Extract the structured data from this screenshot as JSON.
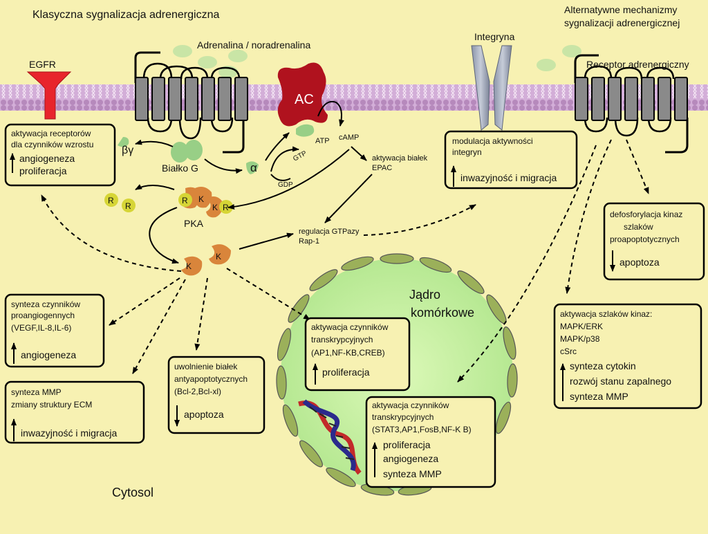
{
  "titles": {
    "left": "Klasyczna sygnalizacja adrenergiczna",
    "right_line1": "Alternatywne mechanizmy",
    "right_line2": "sygnalizacji adrenergicznej"
  },
  "labels": {
    "egfr": "EGFR",
    "ligand": "Adrenalina / noradrenalina",
    "ac": "AC",
    "integrin": "Integryna",
    "receptor": "Receptor adrenergiczny",
    "beta_gamma": "βγ",
    "alpha": "α",
    "g_protein": "Białko G",
    "gtp": "GTP",
    "gdp": "GDP",
    "atp": "ATP",
    "camp": "cAMP",
    "epac_line1": "aktywacja białek",
    "epac_line2": "EPAC",
    "r": "R",
    "k": "K",
    "pka": "PKA",
    "rap_line1": "regulacja GTPazy",
    "rap_line2": "Rap-1",
    "nucleus_line1": "Jądro",
    "nucleus_line2": "komórkowe",
    "cytosol": "Cytosol"
  },
  "boxes": {
    "egfr_box": {
      "line1": "aktywacja receptorów",
      "line2": "dla czynników wzrostu",
      "effect1": "angiogeneza",
      "effect2": "proliferacja"
    },
    "integrin_box": {
      "line1": "modulacja aktywności",
      "line2": "integryn",
      "effect1": "inwazyjność i migracja"
    },
    "dephos_box": {
      "line1": "defosforylacja kinaz",
      "line2": "szlaków",
      "line3": "proapoptotycznych",
      "effect1": "apoptoza"
    },
    "angio_box": {
      "line1": "synteza czynników",
      "line2": "proangiogennych",
      "line3": "(VEGF,IL-8,IL-6)",
      "effect1": "angiogeneza"
    },
    "mmp_box": {
      "line1": "synteza MMP",
      "line2": "zmiany struktury ECM",
      "effect1": "inwazyjność i migracja"
    },
    "antiapop_box": {
      "line1": "uwolnienie białek",
      "line2": "antyapoptotycznych",
      "line3": "(Bcl-2,Bcl-xl)",
      "effect1": "apoptoza"
    },
    "tf1_box": {
      "line1": "aktywacja czynników",
      "line2": "transkrypcyjnych",
      "line3": "(AP1,NF-ΚB,CREB)",
      "effect1": "proliferacja"
    },
    "tf2_box": {
      "line1": "aktywacja czynników",
      "line2": "transkrypcyjnych",
      "line3": "(STAT3,AP1,FosB,NF-Κ B)",
      "effect1": "proliferacja",
      "effect2": "angiogeneza",
      "effect3": "synteza MMP"
    },
    "kinase_box": {
      "line1": "aktywacja szlaków kinaz:",
      "line2": "MAPK/ERK",
      "line3": "MAPK/p38",
      "line4": "cSrc",
      "effect1": "synteza cytokin",
      "effect2": "rozwój stanu zapalnego",
      "effect3": "synteza MMP"
    }
  },
  "colors": {
    "background": "#f7f1b2",
    "membrane": "#d3aed8",
    "receptor": "#8a8a8a",
    "ac": "#b0121e",
    "egfr": "#e8242c",
    "ligand": "#c9e5a6",
    "pka": "#d9853b",
    "regulatory": "#d6d536",
    "nucleus": "#c4eea3",
    "nuclear_pore": "#9bb05a"
  }
}
